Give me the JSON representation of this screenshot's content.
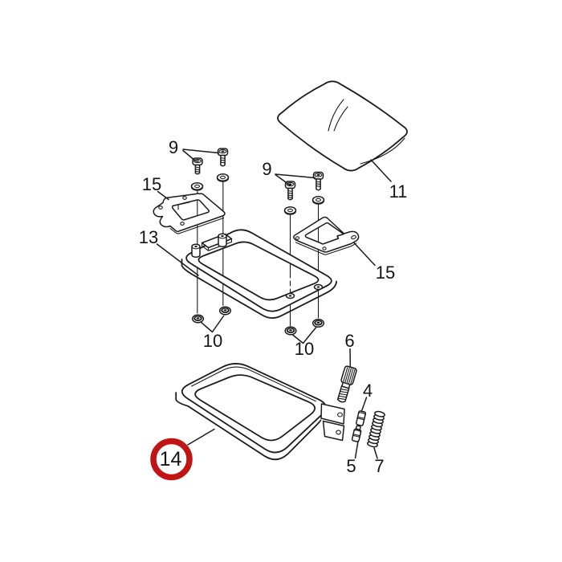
{
  "diagram": {
    "background": "#ffffff",
    "line_color": "#1b1b1b",
    "highlight_ring_color": "#c11414",
    "callouts": {
      "screw_set_left": "9",
      "screw_set_right": "9",
      "mount_plate_left": "15",
      "mount_plate_right": "15",
      "cover_panel": "11",
      "upper_frame": "13",
      "nut_pair_left": "10",
      "nut_pair_right": "10",
      "lower_frame": "14",
      "thumb_screw": "6",
      "spacer_upper": "4",
      "spacer_lower": "5",
      "spring": "7"
    }
  }
}
